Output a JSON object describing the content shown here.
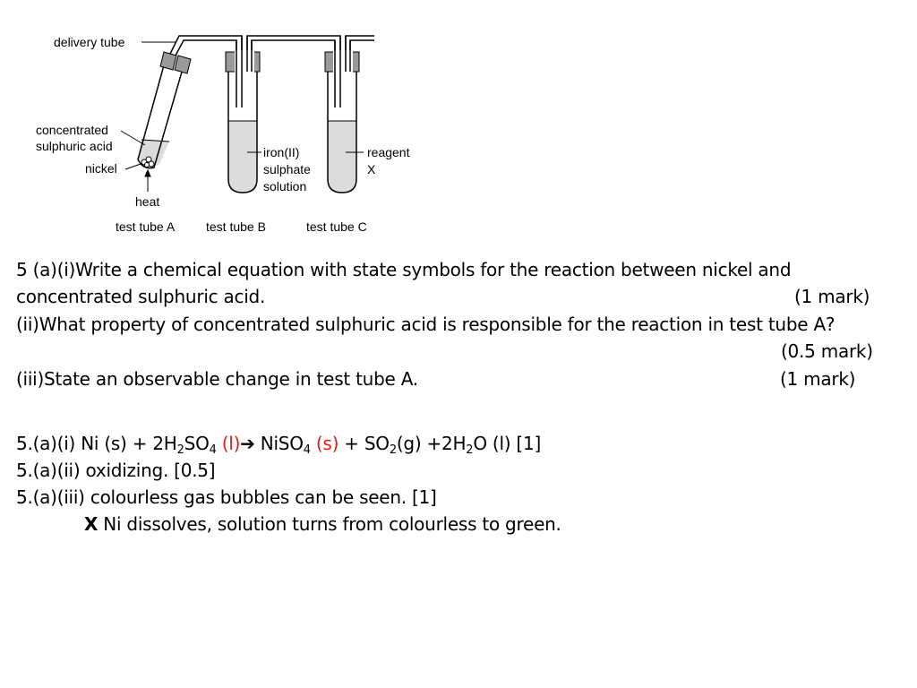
{
  "diagram": {
    "labels": {
      "delivery_tube": "delivery tube",
      "conc_acid_1": "concentrated",
      "conc_acid_2": "sulphuric acid",
      "nickel": "nickel",
      "heat": "heat",
      "iron_1": "iron(II)",
      "iron_2": "sulphate",
      "iron_3": "solution",
      "reagent_1": "reagent",
      "reagent_2": "X",
      "tube_a": "test tube A",
      "tube_b": "test tube B",
      "tube_c": "test tube C"
    }
  },
  "question": {
    "q1_line1": "5 (a)(i)Write a chemical equation with state symbols for the reaction between nickel and",
    "q1_line2": "concentrated sulphuric acid.",
    "q1_mark": "(1 mark)",
    "q2_line1": "(ii)What property of concentrated sulphuric acid is responsible for the reaction in test tube A?",
    "q2_mark": "(0.5 mark)",
    "q3_line1": "(iii)State an observable change in test tube A.",
    "q3_mark": "(1 mark)"
  },
  "answers": {
    "a1": {
      "prefix": "5.(a)(i) Ni (s) + 2H",
      "sub1": "2",
      "p2": "SO",
      "sub2": "4",
      "state1": " (l)",
      "arrow": "➔",
      "p3": " NiSO",
      "sub3": "4",
      "state2": " (s)",
      "p4": " + SO",
      "sub4": "2",
      "p5": "(g) +2H",
      "sub5": "2",
      "p6": "O (l) [1]"
    },
    "a2": "5.(a)(ii) oxidizing. [0.5]",
    "a3": "5.(a)(iii) colourless gas bubbles can be seen. [1]",
    "a4_x": "X",
    "a4_text": " Ni dissolves, solution turns from colourless to green."
  },
  "colors": {
    "state_symbol_red": "#e01b1b",
    "liquid_grey": "#dcdcdc",
    "stopper_grey": "#9a9a9a"
  }
}
